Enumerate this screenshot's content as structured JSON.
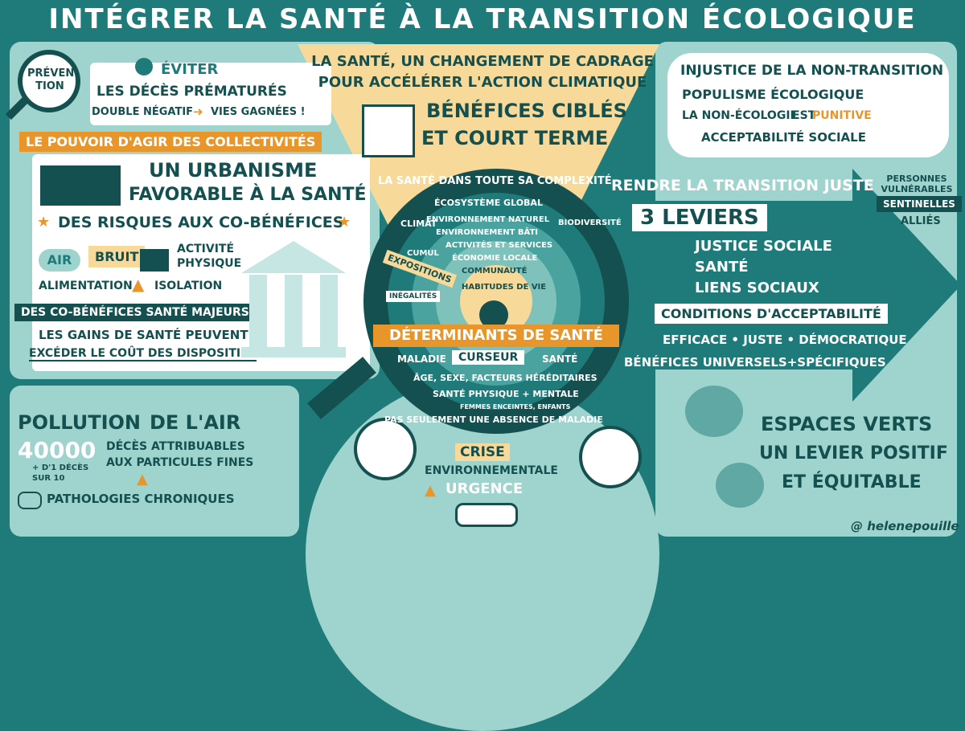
{
  "title": "Intégrer la santé à la transition écologique",
  "prevention": {
    "label": "Préven-tion",
    "eviter": "Éviter",
    "deces": "les décès prématurés",
    "negatif": "Double négatif",
    "vies": "vies gagnées !"
  },
  "pouvoir": {
    "heading": "Le pouvoir d'agir des collectivités",
    "urbanisme": "Un urbanisme",
    "favorable": "favorable à la santé",
    "risques": "Des risques aux co-bénéfices",
    "air": "Air",
    "bruit": "Bruit",
    "activite": "Activité",
    "physique": "physique",
    "alimentation": "Alimentation",
    "isolation": "Isolation",
    "cobenefices": "Des co-bénéfices santé majeurs",
    "gains": "Les gains de santé peuvent",
    "exceder": "excéder le coût des dispositifs"
  },
  "cadrage": {
    "line1": "La santé, un changement de cadrage",
    "line2": "pour accélérer l'action climatique",
    "benef1": "Bénéfices ciblés",
    "benef2": "et court terme"
  },
  "injustice": {
    "line1": "Injustice de la non-transition",
    "line2": "Populisme écologique",
    "line3a": "La non-écologie",
    "line3b": "est",
    "line3c": "punitive",
    "line4": "Acceptabilité sociale"
  },
  "transition": {
    "rendre": "Rendre la transition juste",
    "personnes": "Personnes vulnérables",
    "sentinelles": "Sentinelles",
    "allies": "Alliés",
    "leviers": "3 leviers",
    "lev1": "Justice sociale",
    "lev2": "Santé",
    "lev3": "Liens sociaux",
    "conditions": "Conditions d'acceptabilité",
    "efficace": "Efficace • Juste • Démocratique",
    "benefices": "Bénéfices universels+spécifiques"
  },
  "center": {
    "arc_top": "La santé dans toute sa complexité",
    "arc_bottom": "Pas seulement une absence de maladie",
    "climat": "Climat",
    "ecosysteme": "Écosystème global",
    "biodiversite": "Biodiversité",
    "env_naturel": "Environnement naturel",
    "env_bati": "Environnement bâti",
    "activites": "Activités et services",
    "cumul": "Cumul",
    "economie": "Économie locale",
    "communaute": "Communauté",
    "expositions": "Expositions",
    "habitudes": "Habitudes de vie",
    "inegalites": "Inégalités",
    "determinants": "Déterminants de santé",
    "maladie": "Maladie",
    "curseur": "Curseur",
    "sante": "Santé",
    "age": "Âge, sexe, facteurs héréditaires",
    "physique_mentale": "Santé physique + mentale",
    "femmes": "Femmes enceintes, enfants"
  },
  "crise": {
    "crise": "Crise",
    "env": "Environnementale",
    "urgence": "Urgence"
  },
  "pollution": {
    "title1": "Pollution",
    "title2": "de l'air",
    "num": "40000",
    "deces": "décès attribuables",
    "particules": "aux particules fines",
    "ratio": "+ d'1 décès sur 10",
    "patho": "Pathologies chroniques"
  },
  "espaces": {
    "line1": "Espaces verts",
    "line2": "un levier positif",
    "line3": "et équitable"
  },
  "signature": "@ helenepouille"
}
